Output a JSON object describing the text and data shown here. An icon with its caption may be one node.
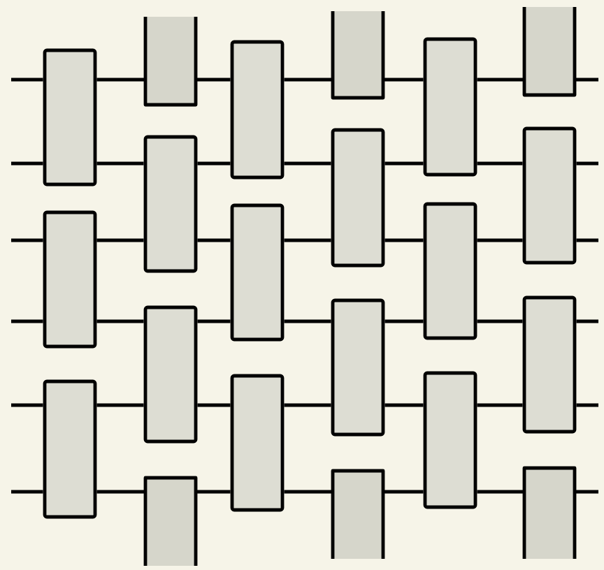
{
  "diagram": {
    "nodes": [
      {
        "text": [],
        "shape": "box"
      },
      {
        "text": [],
        "shape": "box"
      },
      {
        "text": [],
        "shape": "box"
      },
      {
        "text": [],
        "shape": "box"
      },
      {
        "text": [],
        "shape": "box"
      },
      {
        "text": [],
        "shape": "box"
      },
      {
        "text": [],
        "shape": "box"
      },
      {
        "text": [],
        "shape": "box"
      },
      {
        "text": [],
        "shape": "box"
      },
      {
        "text": [],
        "shape": "box"
      },
      {
        "text": [],
        "shape": "box"
      },
      {
        "text": [],
        "shape": "box"
      },
      {
        "text": [],
        "shape": "box"
      },
      {
        "text": [],
        "shape": "box"
      },
      {
        "text": [],
        "shape": "box"
      },
      {
        "text": [],
        "shape": "box"
      },
      {
        "text": [],
        "shape": "box"
      },
      {
        "text": [],
        "shape": "box"
      },
      {
        "text": [],
        "shape": "box"
      },
      {
        "text": [],
        "shape": "box"
      },
      {
        "text": [],
        "shape": "box"
      }
    ],
    "edges": [
      {
        "from": null,
        "to": 0,
        "arrow": "none"
      },
      {
        "from": 0,
        "to": 3,
        "arrow": "none"
      },
      {
        "from": 3,
        "to": 7,
        "arrow": "none"
      },
      {
        "from": 7,
        "to": 10,
        "arrow": "none"
      },
      {
        "from": 10,
        "to": 14,
        "arrow": "none"
      },
      {
        "from": 14,
        "to": 17,
        "arrow": "none"
      },
      {
        "from": 17,
        "to": null,
        "arrow": "none"
      },
      {
        "from": null,
        "to": 0,
        "arrow": "none"
      },
      {
        "from": 0,
        "to": 4,
        "arrow": "none"
      },
      {
        "from": 4,
        "to": 7,
        "arrow": "none"
      },
      {
        "from": 7,
        "to": 11,
        "arrow": "none"
      },
      {
        "from": 11,
        "to": 14,
        "arrow": "none"
      },
      {
        "from": 14,
        "to": 18,
        "arrow": "none"
      },
      {
        "from": 18,
        "to": null,
        "arrow": "none"
      },
      {
        "from": null,
        "to": 1,
        "arrow": "none"
      },
      {
        "from": 1,
        "to": 4,
        "arrow": "none"
      },
      {
        "from": 4,
        "to": 8,
        "arrow": "none"
      },
      {
        "from": 8,
        "to": 11,
        "arrow": "none"
      },
      {
        "from": 11,
        "to": 15,
        "arrow": "none"
      },
      {
        "from": 15,
        "to": 18,
        "arrow": "none"
      },
      {
        "from": 18,
        "to": null,
        "arrow": "none"
      },
      {
        "from": null,
        "to": 1,
        "arrow": "none"
      },
      {
        "from": 1,
        "to": 5,
        "arrow": "none"
      },
      {
        "from": 5,
        "to": 8,
        "arrow": "none"
      },
      {
        "from": 8,
        "to": 12,
        "arrow": "none"
      },
      {
        "from": 12,
        "to": 15,
        "arrow": "none"
      },
      {
        "from": 15,
        "to": 19,
        "arrow": "none"
      },
      {
        "from": 19,
        "to": null,
        "arrow": "none"
      },
      {
        "from": null,
        "to": 2,
        "arrow": "none"
      },
      {
        "from": 2,
        "to": 5,
        "arrow": "none"
      },
      {
        "from": 5,
        "to": 9,
        "arrow": "none"
      },
      {
        "from": 9,
        "to": 12,
        "arrow": "none"
      },
      {
        "from": 12,
        "to": 16,
        "arrow": "none"
      },
      {
        "from": 16,
        "to": 19,
        "arrow": "none"
      },
      {
        "from": 19,
        "to": null,
        "arrow": "none"
      },
      {
        "from": null,
        "to": 2,
        "arrow": "none"
      },
      {
        "from": 2,
        "to": 6,
        "arrow": "none"
      },
      {
        "from": 6,
        "to": 9,
        "arrow": "none"
      },
      {
        "from": 9,
        "to": 13,
        "arrow": "none"
      },
      {
        "from": 13,
        "to": 16,
        "arrow": "none"
      },
      {
        "from": 16,
        "to": 20,
        "arrow": "none"
      },
      {
        "from": 20,
        "to": null,
        "arrow": "none"
      }
    ]
  }
}
